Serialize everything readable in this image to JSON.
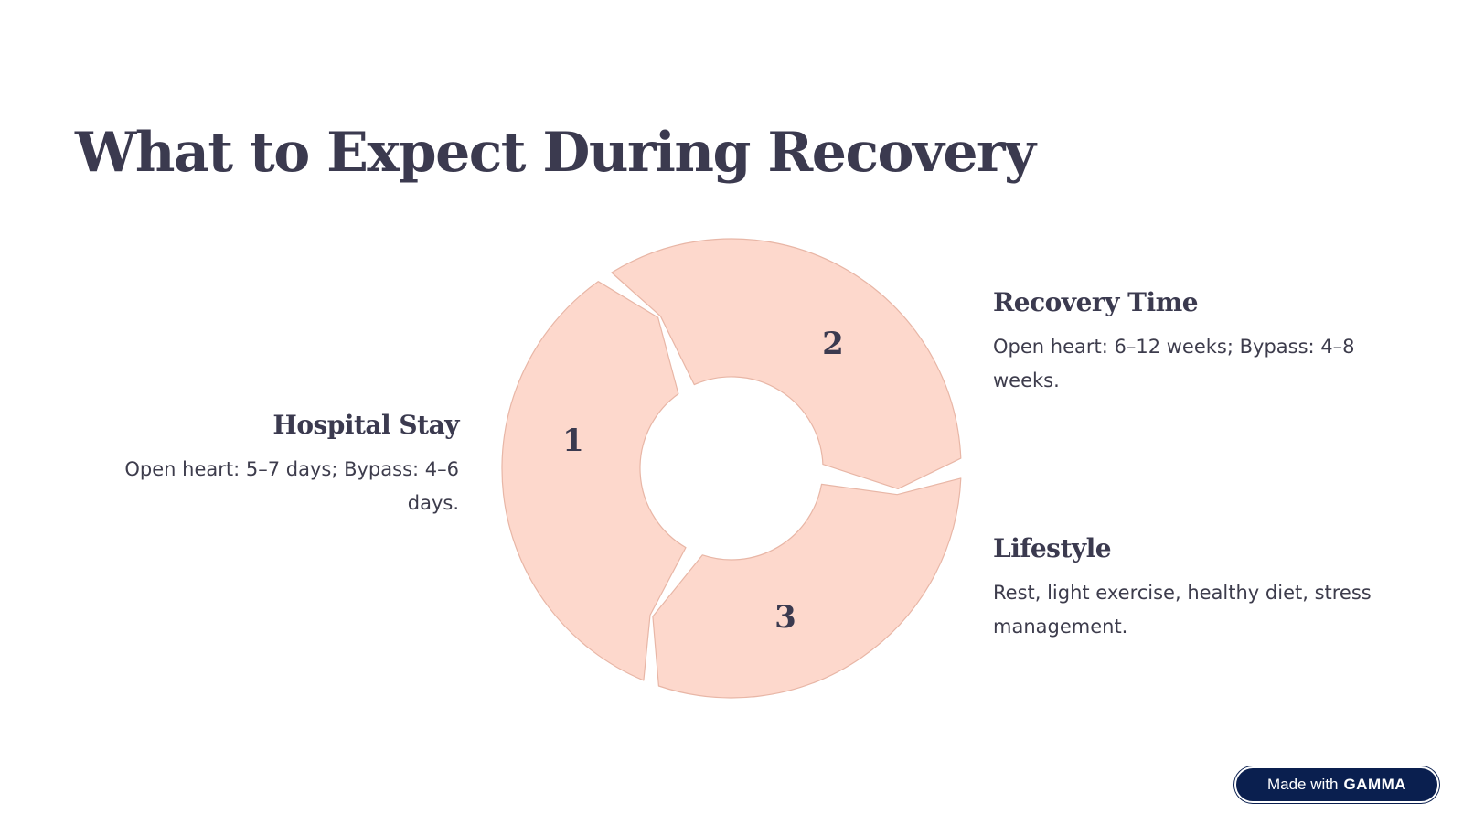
{
  "title": "What to Expect During Recovery",
  "cycle": {
    "fill_color": "#fdd8cc",
    "stroke_color": "#e8b6a6",
    "segments": [
      {
        "number": "1",
        "heading": "Hospital Stay",
        "text": "Open heart: 5–7 days; Bypass: 4–6 days."
      },
      {
        "number": "2",
        "heading": "Recovery Time",
        "text": "Open heart: 6–12 weeks; Bypass: 4–8 weeks."
      },
      {
        "number": "3",
        "heading": "Lifestyle",
        "text": "Rest, light exercise, healthy diet, stress management."
      }
    ]
  },
  "badge": {
    "prefix": "Made with",
    "brand": "GAMMA",
    "background": "#0a1f4f"
  }
}
